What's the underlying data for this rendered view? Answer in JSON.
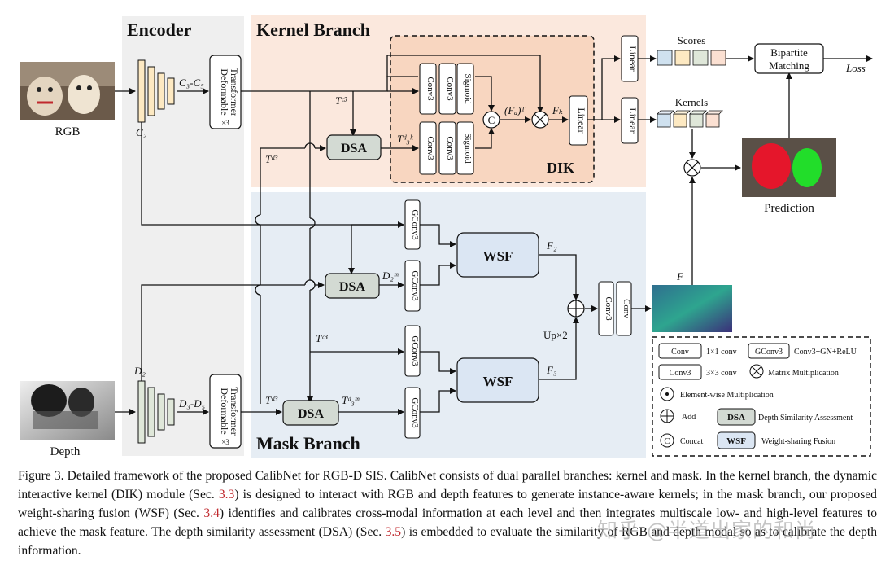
{
  "section_titles": {
    "encoder": "Encoder",
    "kernel_branch": "Kernel Branch",
    "mask_branch": "Mask Branch",
    "dik": "DIK"
  },
  "inputs": {
    "rgb": "RGB",
    "depth": "Depth"
  },
  "encoder": {
    "rgb_range": "C₃-C₅",
    "depth_range": "D₃-D₅",
    "c2": "C₂",
    "d2": "D₂",
    "deformable_l1": "Deformable",
    "deformable_l2": "Transformer",
    "deformable_mult": "×3"
  },
  "blocks": {
    "dsa": "DSA",
    "wsf": "WSF",
    "conv3": "Conv3",
    "sigmoid": "Sigmoid",
    "linear": "Linear",
    "gconv3": "GConv3",
    "conv": "Conv",
    "concat": "C"
  },
  "labels": {
    "tc3": "Tᶜ³",
    "td3": "Tᵈ³",
    "td3k": "Tᵈ₃ᵏ",
    "td3m": "Tᵈ₃ᵐ",
    "d2m": "D₂ᵐ",
    "fa": "(Fₐ)ᵀ",
    "fk": "Fₖ",
    "f2": "F₂",
    "f3": "F₃",
    "f": "F",
    "up": "Up×2",
    "scores": "Scores",
    "kernels": "Kernels",
    "bipartite_1": "Bipartite",
    "bipartite_2": "Matching",
    "loss": "Loss",
    "prediction": "Prediction"
  },
  "legend": {
    "conv_desc": "1×1 conv",
    "gconv_desc": "Conv3+GN+ReLU",
    "conv3_desc": "3×3 conv",
    "matmul_desc": "Matrix Multiplication",
    "elem_desc": "Element-wise Multiplication",
    "add_desc": "Add",
    "dsa_desc": "Depth Similarity Assessment",
    "concat_desc": "Concat",
    "wsf_desc": "Weight-sharing Fusion"
  },
  "caption": {
    "p1": "Figure 3. Detailed framework of the proposed CalibNet for RGB-D SIS. CalibNet consists of dual parallel branches: kernel and mask. In the kernel branch, the dynamic interactive kernel (DIK) module (Sec. ",
    "r1": "3.3",
    "p2": ") is designed to interact with RGB and depth features to generate instance-aware kernels; in the mask branch, our proposed weight-sharing fusion (WSF) (Sec. ",
    "r2": "3.4",
    "p3": ") identifies and calibrates cross-modal information at each level and then integrates multiscale low- and high-level features to achieve the mask feature. The depth similarity assessment (DSA) (Sec. ",
    "r3": "3.5",
    "p4": ") is embedded to evaluate the similarity of RGB and depth modal so as to calibrate the depth information."
  },
  "watermark": "知乎 @半道出家的和尚",
  "colors": {
    "kernel_bg": "#fbe8dd",
    "mask_bg": "#e6edf4",
    "encoder_bg": "#efefef",
    "dik_bg": "#f8d6c0",
    "dsa": "#d3dad3",
    "wsf": "#dbe6f3",
    "rgb_enc": "#fde9c2",
    "depth_enc": "#dfe7d9"
  }
}
